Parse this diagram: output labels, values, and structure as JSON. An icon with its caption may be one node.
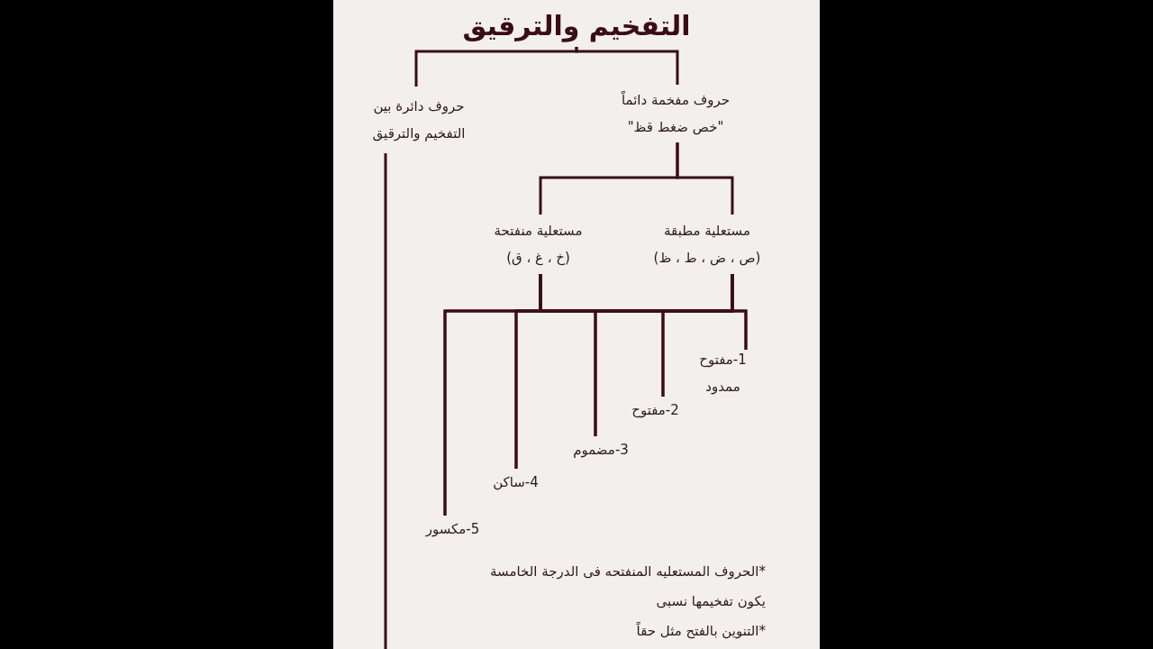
{
  "diagram": {
    "nodes": [
      {
        "text": [
          "التفخيم والترقيق"
        ]
      },
      {
        "text": [
          "حروف مفخمة دائماً",
          "\"خص ضغط قظ\""
        ]
      },
      {
        "text": [
          "حروف دائرة بين التفخيم والترقيق"
        ]
      },
      {
        "text": [
          "مستعلية مطبقة",
          "(ص ، ض ، ط ، ظ)"
        ]
      },
      {
        "text": [
          "مستعلية منفتحة",
          "(خ ، غ ، ق)"
        ]
      },
      {
        "text": [
          "1-مفتوح ممدود"
        ]
      },
      {
        "text": [
          "2-مفتوح"
        ]
      },
      {
        "text": [
          "3-مضموم"
        ]
      },
      {
        "text": [
          "4-ساكن"
        ]
      },
      {
        "text": [
          "5-مكسور"
        ]
      }
    ],
    "edges": [
      {
        "from": 0,
        "to": 1,
        "arrow": "none"
      },
      {
        "from": 0,
        "to": 2,
        "arrow": "none"
      },
      {
        "from": 1,
        "to": 3,
        "arrow": "none"
      },
      {
        "from": 1,
        "to": 4,
        "arrow": "none"
      },
      {
        "from": 3,
        "to": 5,
        "arrow": "none"
      },
      {
        "from": 3,
        "to": 6,
        "arrow": "none"
      },
      {
        "from": 3,
        "to": 7,
        "arrow": "none"
      },
      {
        "from": 3,
        "to": 8,
        "arrow": "none"
      },
      {
        "from": 3,
        "to": 9,
        "arrow": "none"
      },
      {
        "from": 4,
        "to": 5,
        "arrow": "none"
      },
      {
        "from": 4,
        "to": 6,
        "arrow": "none"
      },
      {
        "from": 4,
        "to": 7,
        "arrow": "none"
      },
      {
        "from": 4,
        "to": 8,
        "arrow": "none"
      },
      {
        "from": 4,
        "to": 9,
        "arrow": "none"
      },
      {
        "from": 2,
        "to": null,
        "arrow": "none"
      }
    ],
    "labels": [
      "*الحروف المستعليه المنفتحه فى الدرجة الخامسة يكون تفخيمها نسبى",
      "*التنوين بالفتح مثل حقاً"
    ]
  }
}
